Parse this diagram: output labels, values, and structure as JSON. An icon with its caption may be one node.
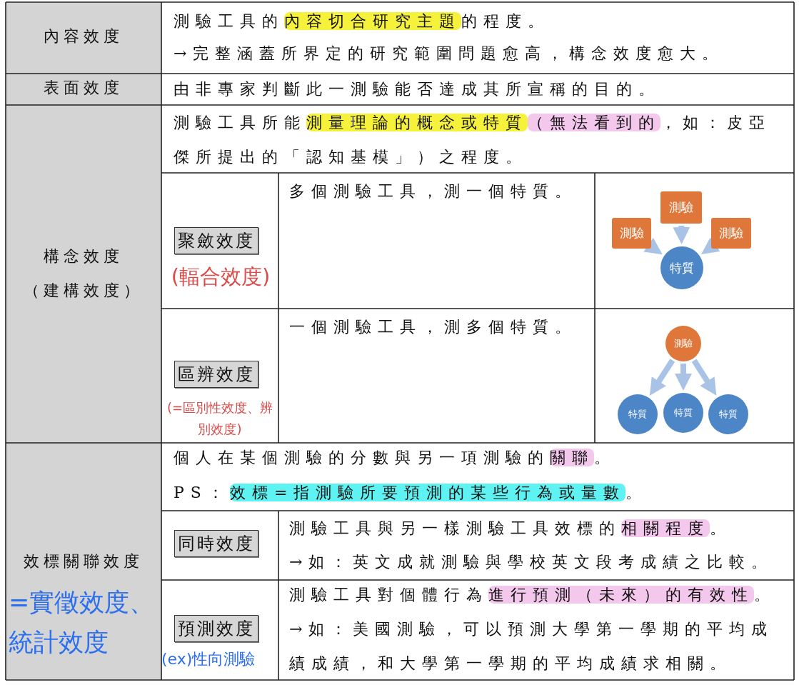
{
  "diagram": {
    "nodes": [
      {
        "text": [
          "測驗"
        ]
      },
      {
        "text": [
          "測驗"
        ]
      },
      {
        "text": [
          "測驗"
        ]
      },
      {
        "text": [
          "特質"
        ]
      },
      {
        "text": [
          "測驗"
        ]
      },
      {
        "text": [
          "特質"
        ]
      },
      {
        "text": [
          "特質"
        ]
      },
      {
        "text": [
          "特質"
        ]
      }
    ],
    "edges": [
      {
        "from": 0,
        "to": 3,
        "arrow": "to"
      },
      {
        "from": 1,
        "to": 3,
        "arrow": "to"
      },
      {
        "from": 2,
        "to": 3,
        "arrow": "to"
      },
      {
        "from": 4,
        "to": 5,
        "arrow": "to"
      },
      {
        "from": 4,
        "to": 6,
        "arrow": "to"
      },
      {
        "from": 4,
        "to": 7,
        "arrow": "to"
      }
    ],
    "labels": [
      "內容效度",
      "測驗工具的內容切合研究主題的程度。",
      "→完整涵蓋所界定的研究範圍問題愈高，構念效度愈大。",
      "表面效度",
      "由非專家判斷此一測驗能否達成其所宣稱的目的。",
      "構念效度",
      "（建構效度）",
      "測驗工具所能測量理論的概念或特質（無法看到的，如：皮亞傑所提出的「認知基模」）之程度。",
      "聚斂效度",
      "(輻合效度)",
      "多個測驗工具，測一個特質。",
      "區辨效度",
      "(=區別性效度、辨別效度)",
      "一個測驗工具，測多個特質。",
      "效標關聯效度",
      "=實徵效度、統計效度",
      "個人在某個測驗的分數與另一項測驗的關聯。",
      "PS：效標=指測驗所要預測的某些行為或量數。",
      "同時效度",
      "測驗工具與另一樣測驗工具效標的相關程度。",
      "→如：英文成就測驗與學校英文段考成績之比較。",
      "預測效度",
      "(ex)性向測驗",
      "測驗工具對個體行為進行預測（未來）的有效性。",
      "→如：美國測驗，可以預測大學第一學期的平均成績成績，和大學第一學期的平均成績求相關。"
    ]
  }
}
